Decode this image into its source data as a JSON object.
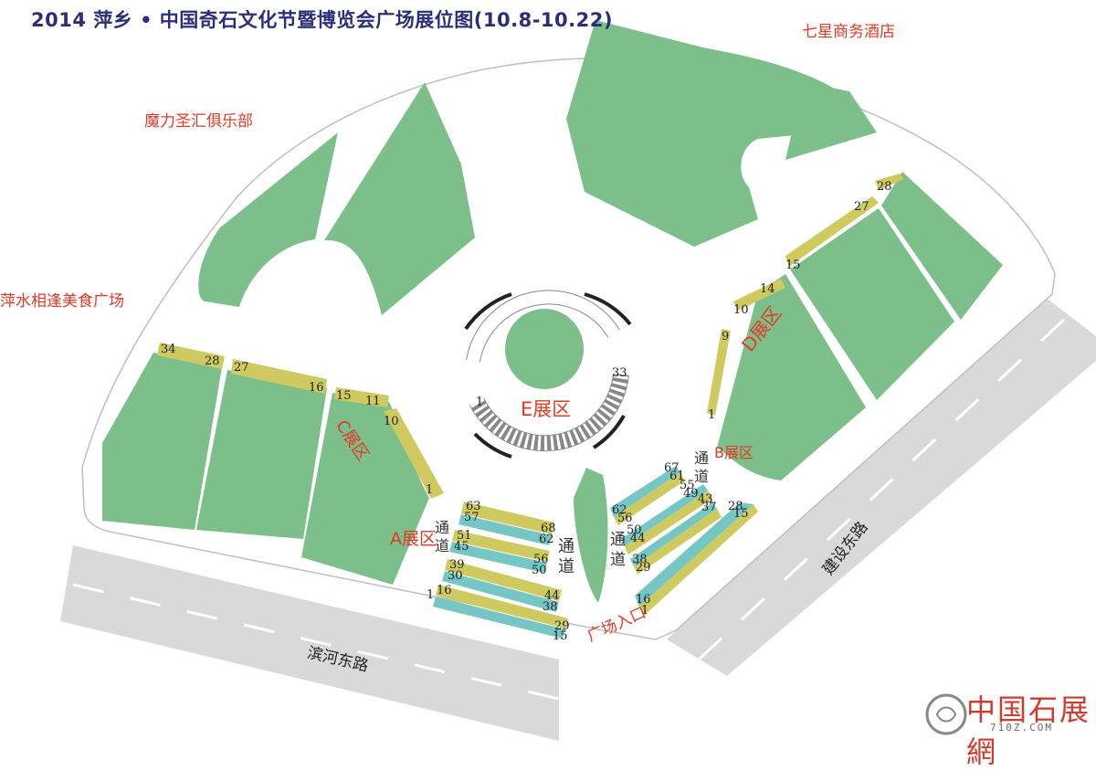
{
  "title": "2014 萍乡 • 中国奇石文化节暨博览会广场展位图(10.8-10.22)",
  "places": {
    "hotel": "七星商务酒店",
    "club": "魔力圣汇俱乐部",
    "food": "萍水相逢美食广场",
    "entrance": "广场入口"
  },
  "zones": {
    "a": "A展区",
    "b": "B展区",
    "c": "C展区",
    "d": "D展区",
    "e": "E展区"
  },
  "passage": "通道",
  "roads": {
    "binhe": "滨河东路",
    "jianshe": "建设东路"
  },
  "booth_numbers": {
    "c_top": [
      "34",
      "28",
      "27",
      "16",
      "15",
      "11",
      "10",
      "1"
    ],
    "d_side": [
      "28",
      "27",
      "15",
      "14",
      "10",
      "9",
      "1"
    ],
    "a_rows": [
      "63",
      "57",
      "68",
      "62",
      "51",
      "45",
      "56",
      "50",
      "39",
      "30",
      "44",
      "38",
      "16",
      "1",
      "29",
      "15"
    ],
    "b_rows": [
      "67",
      "61",
      "62",
      "56",
      "55",
      "49",
      "50",
      "44",
      "43",
      "37",
      "38",
      "29",
      "28",
      "15",
      "16",
      "1"
    ],
    "e_ring": [
      "1",
      "33"
    ]
  },
  "watermark": {
    "brand": "中国石展網",
    "url": "710Z.COM"
  },
  "colors": {
    "green": "#7dbf8a",
    "yellow": "#cfca5f",
    "teal": "#76c7c4",
    "road": "#d9d9d9",
    "label_red": "#e23a25",
    "title_blue": "#2b2e7a"
  }
}
